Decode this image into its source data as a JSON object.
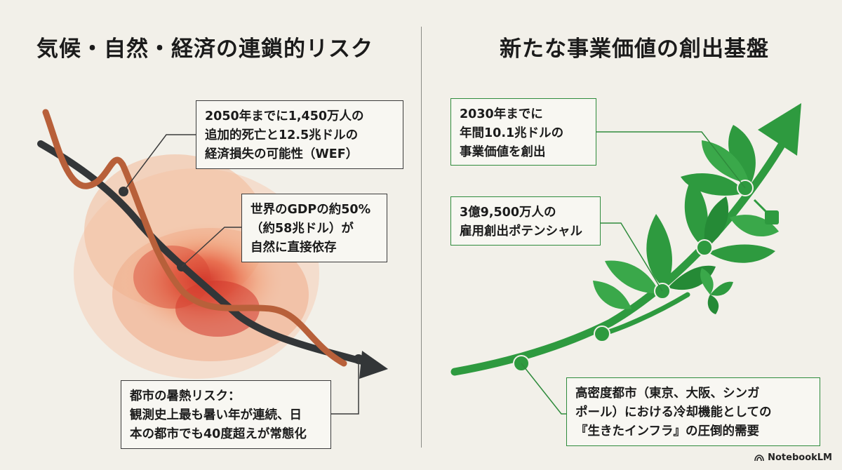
{
  "left": {
    "title": "気候・自然・経済の連鎖的リスク",
    "callouts": {
      "wef": [
        "2050年までに1,450万人の",
        "追加的死亡と12.5兆ドルの",
        "経済損失の可能性（WEF）"
      ],
      "gdp": [
        "世界のGDPの約50%",
        "（約58兆ドル）が",
        "自然に直接依存"
      ],
      "heat": [
        "都市の暑熱リスク：",
        "観測史上最も暑い年が連続、日",
        "本の都市でも40度超えが常態化"
      ]
    }
  },
  "right": {
    "title": "新たな事業価値の創出基盤",
    "callouts": {
      "value": [
        "2030年までに",
        "年間10.1兆ドルの",
        "事業価値を創出"
      ],
      "jobs": [
        "3億9,500万人の",
        "雇用創出ポテンシャル"
      ],
      "cooling": [
        "高密度都市（東京、大阪、シンガ",
        "ポール）における冷却機能としての",
        "『生きたインフラ』の圧倒的需要"
      ]
    }
  },
  "colors": {
    "background": "#f2f0e9",
    "dark_line": "#333638",
    "rust_line": "#b8603a",
    "green": "#2e9a3f",
    "heat_core": "#d9382c"
  },
  "brand": {
    "label": "NotebookLM",
    "icon": "notebooklm-logo-icon"
  }
}
